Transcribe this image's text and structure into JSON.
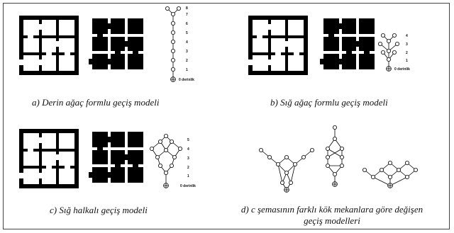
{
  "captions": {
    "a": "a) Derin ağaç formlu geçiş modeli",
    "b": "b) Sığ ağaç formlu geçiş modeli",
    "c": "c) Sığ halkalı geçiş modeli",
    "d_line1": "d) c şemasının farklı kök mekanlara göre değişen",
    "d_line2": "geçiş modelleri"
  },
  "graphs": {
    "a": {
      "levels": [
        "8",
        "7",
        "6",
        "5",
        "4",
        "3",
        "2",
        "1",
        "0 derinlik"
      ]
    },
    "b": {
      "levels": [
        "4",
        "3",
        "2",
        "1",
        "0 derinlik"
      ]
    },
    "c": {
      "levels": [
        "5",
        "4",
        "3",
        "2",
        "1",
        "0 derinlik"
      ]
    }
  },
  "colors": {
    "ink": "#000000",
    "paper": "#ffffff"
  }
}
